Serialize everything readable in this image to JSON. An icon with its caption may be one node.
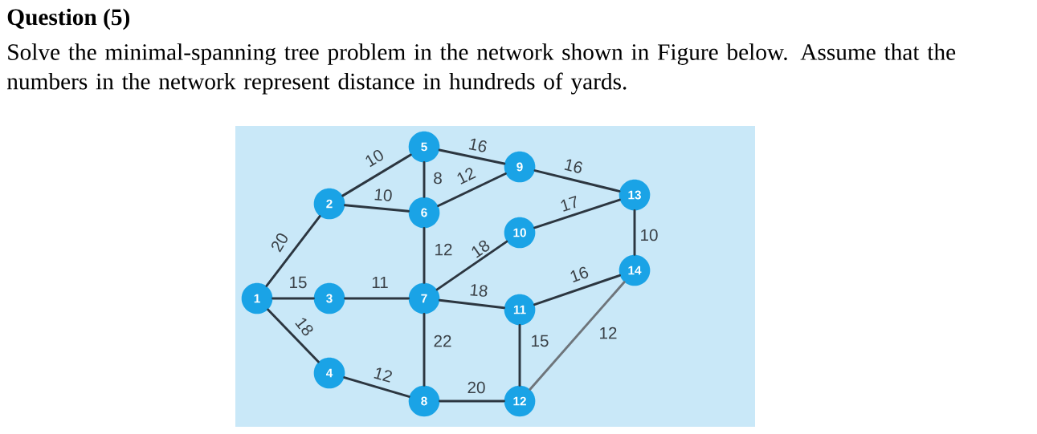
{
  "diagram": {
    "title": "Question (5)",
    "nodes": [
      {
        "text": [
          "1"
        ]
      },
      {
        "text": [
          "2"
        ]
      },
      {
        "text": [
          "3"
        ]
      },
      {
        "text": [
          "4"
        ]
      },
      {
        "text": [
          "5"
        ]
      },
      {
        "text": [
          "6"
        ]
      },
      {
        "text": [
          "7"
        ]
      },
      {
        "text": [
          "8"
        ]
      },
      {
        "text": [
          "9"
        ]
      },
      {
        "text": [
          "10"
        ]
      },
      {
        "text": [
          "11"
        ]
      },
      {
        "text": [
          "12"
        ]
      },
      {
        "text": [
          "13"
        ]
      },
      {
        "text": [
          "14"
        ]
      }
    ],
    "edges": [
      {
        "from": 0,
        "to": 1,
        "arrow": "none",
        "label": "20"
      },
      {
        "from": 0,
        "to": 2,
        "arrow": "none",
        "label": "15"
      },
      {
        "from": 0,
        "to": 3,
        "arrow": "none",
        "label": "18"
      },
      {
        "from": 1,
        "to": 4,
        "arrow": "none",
        "label": "10"
      },
      {
        "from": 1,
        "to": 5,
        "arrow": "none",
        "label": "10"
      },
      {
        "from": 2,
        "to": 6,
        "arrow": "none",
        "label": "11"
      },
      {
        "from": 3,
        "to": 7,
        "arrow": "none",
        "label": "12"
      },
      {
        "from": 4,
        "to": 5,
        "arrow": "none",
        "label": "8"
      },
      {
        "from": 4,
        "to": 8,
        "arrow": "none",
        "label": "16"
      },
      {
        "from": 5,
        "to": 8,
        "arrow": "none",
        "label": "12"
      },
      {
        "from": 5,
        "to": 6,
        "arrow": "none",
        "label": "12"
      },
      {
        "from": 6,
        "to": 9,
        "arrow": "none",
        "label": "18"
      },
      {
        "from": 6,
        "to": 10,
        "arrow": "none",
        "label": "18"
      },
      {
        "from": 6,
        "to": 7,
        "arrow": "none",
        "label": "22"
      },
      {
        "from": 7,
        "to": 11,
        "arrow": "none",
        "label": "20"
      },
      {
        "from": 8,
        "to": 12,
        "arrow": "none",
        "label": "16"
      },
      {
        "from": 9,
        "to": 12,
        "arrow": "none",
        "label": "17"
      },
      {
        "from": 12,
        "to": 13,
        "arrow": "none",
        "label": "10"
      },
      {
        "from": 10,
        "to": 13,
        "arrow": "none",
        "label": "16"
      },
      {
        "from": 10,
        "to": 11,
        "arrow": "none",
        "label": "15"
      },
      {
        "from": 11,
        "to": 13,
        "arrow": "none",
        "label": "12",
        "color": "#6e757b"
      }
    ],
    "labels": [
      "Solve the minimal-spanning tree problem in the network shown in Figure below. Assume that the numbers in the network represent distance in hundreds of yards."
    ]
  }
}
